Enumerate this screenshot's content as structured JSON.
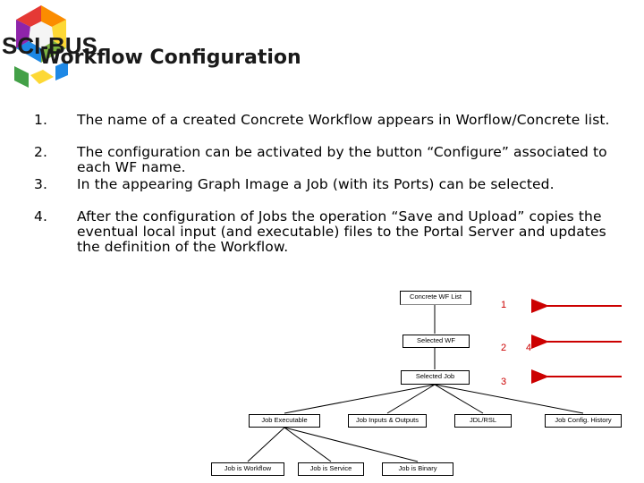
{
  "header": {
    "logo_text": "SCI-BUS",
    "title": "Workflow Configuration"
  },
  "steps": [
    {
      "num": "1.",
      "text": "The name of a created Concrete Workflow appears in Worflow/Concrete list."
    },
    {
      "num": "2.",
      "text": "The configuration can be activated by the button “Configure” associated to each WF name."
    },
    {
      "num": "3.",
      "text": "In the appearing Graph Image a Job (with its Ports) can be selected."
    },
    {
      "num": "4.",
      "text": "After the configuration of Jobs the operation “Save and Upload” copies the eventual local input (and executable) files to the Portal Server and updates the definition of the Workflow."
    }
  ],
  "diagram": {
    "nodes": {
      "concrete_wf_list": "Concrete WF List",
      "selected_wf": "Selected WF",
      "selected_job": "Selected Job",
      "job_executable": "Job Executable",
      "job_inputs_outputs": "Job Inputs & Outputs",
      "jdl_rsl": "JDL/RSL",
      "job_config_history": "Job Config. History",
      "job_is_workflow": "Job is Workflow",
      "job_is_service": "Job is Service",
      "job_is_binary": "Job is Binary"
    },
    "markers": {
      "m1": "1",
      "m2": "2",
      "m3": "3",
      "m4": "4"
    },
    "colors": {
      "arrow": "#cc0000",
      "line": "#000000"
    }
  },
  "logo_colors": [
    "#e53935",
    "#fb8c00",
    "#fdd835",
    "#7cb342",
    "#1e88e5",
    "#8e24aa"
  ]
}
